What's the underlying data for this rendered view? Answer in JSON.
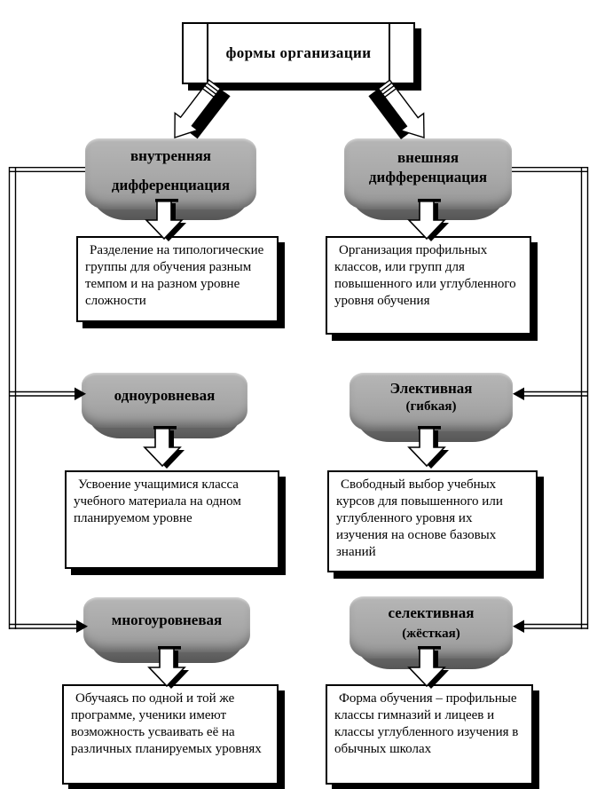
{
  "diagram": {
    "root": {
      "label": "формы организации"
    },
    "nodes": {
      "internal": {
        "line1": "внутренняя",
        "line2": "дифференциация",
        "desc": "Разделение на типологические группы для обучения разным темпом и на разном уровне сложности"
      },
      "external": {
        "line1": "внешняя",
        "line2": "дифференциация",
        "desc": "Организация профильных классов, или групп для повышенного или углубленного уровня обучения"
      },
      "single_level": {
        "line1": "одноуровневая",
        "desc": "Усвоение учащимися класса учебного материала на одном планируемом уровне"
      },
      "elective": {
        "line1": "Элективная",
        "line2": "(гибкая)",
        "desc": "Свободный выбор учебных курсов для повышенного или углубленного уровня их изучения на основе базовых знаний"
      },
      "multi_level": {
        "line1": "многоуровневая",
        "desc": "Обучаясь по одной и той же программе, ученики имеют возможность усваивать её на различных планируемых уровнях"
      },
      "selective": {
        "line1": "селективная",
        "line2": "(жёсткая)",
        "desc": "Форма обучения – профильные классы гимназий и лицеев и классы углубленного изучения в обычных школах"
      }
    },
    "icons": {
      "branch_arrow_left": "3d-arrow-down-left",
      "branch_arrow_right": "3d-arrow-down-right",
      "down_arrow": "3d-block-arrow-down",
      "feedback_arrowhead": "solid-triangle-arrowhead"
    },
    "colors": {
      "background": "#ffffff",
      "line": "#000000",
      "shadow": "#000000",
      "plaque_fill": "#a8a8a8",
      "plaque_dark": "#5f5f5f"
    }
  }
}
